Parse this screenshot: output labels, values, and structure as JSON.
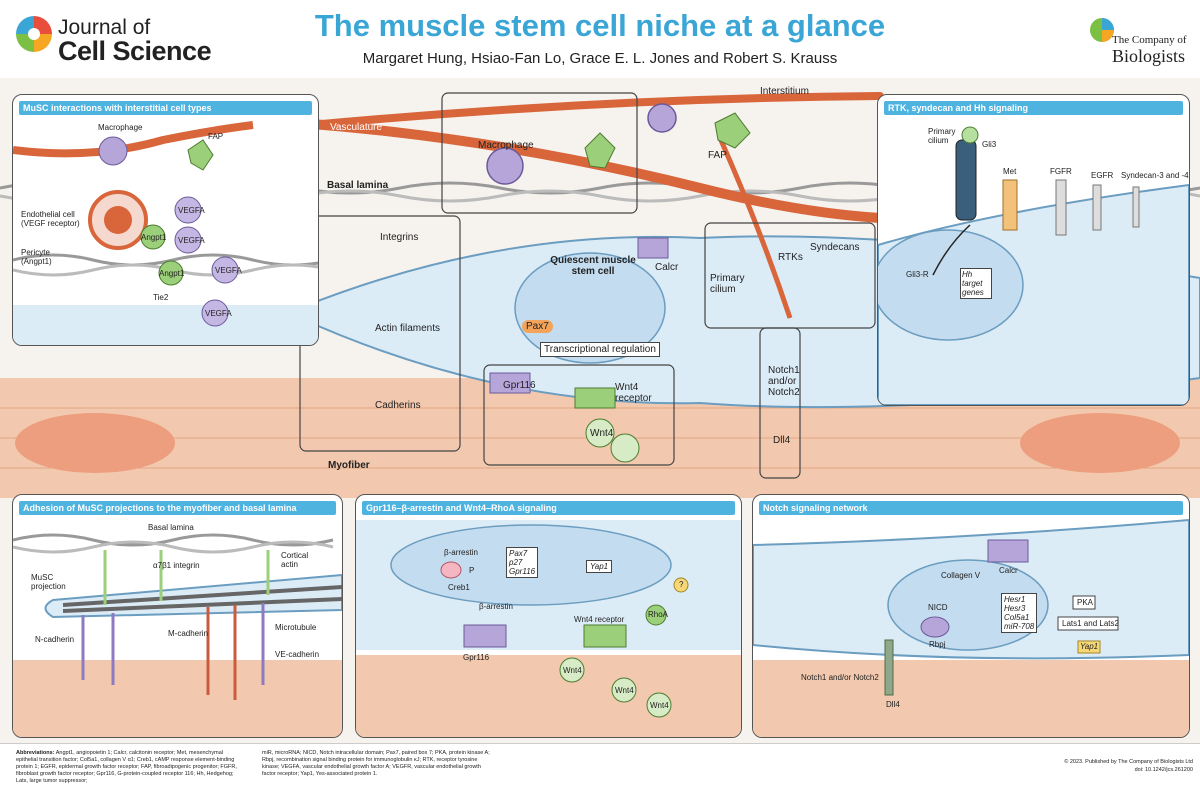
{
  "header": {
    "title": "The muscle stem cell niche at a glance",
    "authors": "Margaret Hung, Hsiao-Fan Lo, Grace E. L. Jones and Robert S. Krauss",
    "journal_line1": "Journal of",
    "journal_line2": "Cell Science",
    "publisher_line1": "The Company of",
    "publisher_line2": "Biologists"
  },
  "main": {
    "interstitium": "Interstitium",
    "vasculature": "Vasculature",
    "macrophage": "Macrophage",
    "fap": "FAP",
    "basal_lamina": "Basal lamina",
    "integrins": "Integrins",
    "actin_filaments": "Actin filaments",
    "cadherins": "Cadherins",
    "myofiber": "Myofiber",
    "quiescent": "Quiescent muscle stem cell",
    "pax7": "Pax7",
    "transcriptional": "Transcriptional regulation",
    "calcr": "Calcr",
    "primary_cilium": "Primary cilium",
    "rtks": "RTKs",
    "syndecans": "Syndecans",
    "gpr116": "Gpr116",
    "wnt4_receptor": "Wnt4 receptor",
    "wnt4": "Wnt4",
    "notch": "Notch1 and/or Notch2",
    "dll4": "Dll4"
  },
  "panel_interstitial": {
    "title": "MuSC interactions with interstitial cell types",
    "macrophage": "Macrophage",
    "fap": "FAP",
    "endothelial": "Endothelial cell (VEGF receptor)",
    "pericyte": "Pericyte (Angpt1)",
    "vegfa": "VEGFA",
    "angpt1": "Angpt1",
    "tie2": "Tie2"
  },
  "panel_rtk": {
    "title": "RTK, syndecan and Hh signaling",
    "primary_cilium": "Primary cilium",
    "gli3": "Gli3",
    "met": "Met",
    "fgfr": "FGFR",
    "egfr": "EGFR",
    "syndecan": "Syndecan-3 and -4",
    "gli3r": "Gli3-R",
    "hh_target": "Hh target genes"
  },
  "panel_adhesion": {
    "title": "Adhesion of MuSC projections to the myofiber and basal lamina",
    "basal_lamina": "Basal lamina",
    "integrin": "α7β1 integrin",
    "cortical_actin": "Cortical actin",
    "musc_projection": "MuSC projection",
    "n_cadherin": "N-cadherin",
    "m_cadherin": "M-cadherin",
    "microtubule": "Microtubule",
    "ve_cadherin": "VE-cadherin"
  },
  "panel_gpr116": {
    "title": "Gpr116–β-arrestin and Wnt4–RhoA signaling",
    "beta_arrestin": "β-arrestin",
    "creb1": "Creb1",
    "targets": [
      "Pax7",
      "p27",
      "Gpr116"
    ],
    "yap1": "Yap1",
    "gpr116": "Gpr116",
    "wnt4_receptor": "Wnt4 receptor",
    "rhoa": "RhoA",
    "wnt4": "Wnt4",
    "p": "P",
    "q": "?"
  },
  "panel_notch": {
    "title": "Notch signaling network",
    "collagen": "Collagen V",
    "calcr": "Calcr",
    "pka": "PKA",
    "lats": "Lats1 and Lats2",
    "yap1": "Yap1",
    "nicd": "NICD",
    "rbpj": "Rbpj",
    "targets": [
      "Hesr1",
      "Hesr3",
      "Col5a1",
      "miR-708"
    ],
    "notch": "Notch1 and/or Notch2",
    "dll4": "Dll4"
  },
  "footer": {
    "abbr_title": "Abbreviations:",
    "abbr_text1": "Angpt1, angiopoietin 1; Calcr, calcitonin receptor; Met, mesenchymal epithelial transition factor; Col5a1, collagen V α1; Creb1, cAMP response element-binding protein 1; EGFR, epidermal growth factor receptor; FAP, fibroadipogenic progenitor; FGFR, fibroblast growth factor receptor; Gpr116, G-protein-coupled receptor 116; Hh, Hedgehog; Lats, large tumor suppressor;",
    "abbr_text2": "miR, microRNA; NICD, Notch intracellular domain; Pax7, paired box 7; PKA, protein kinase A; Rbpj, recombination signal binding protein for immunoglobulin κJ; RTK, receptor tyrosine kinase; VEGFA, vascular endothelial growth factor A; VEGFR, vascular endothelial growth factor receptor; Yap1, Yes-associated protein 1.",
    "copyright": "© 2023. Published by The Company of Biologists Ltd",
    "doi": "doi: 10.1242/jcs.261200"
  },
  "colors": {
    "accent": "#4fb3e0",
    "title": "#3aa6d6",
    "vessel": "#d9653b",
    "myofiber": "#f0c4a8",
    "cell": "#dcecf7",
    "receptor": "#8fbf6a",
    "macrophage": "#9b86c4"
  }
}
